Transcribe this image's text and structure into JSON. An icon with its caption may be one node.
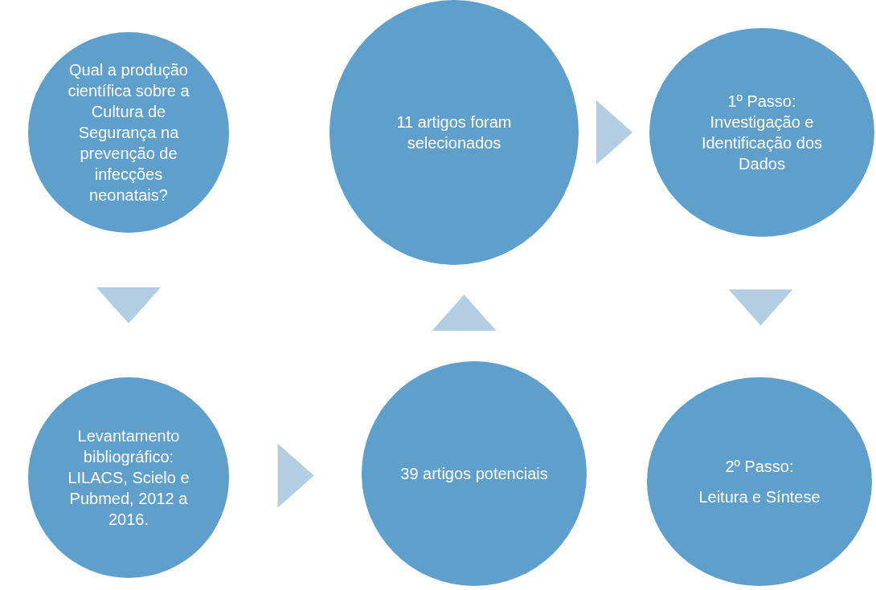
{
  "diagram": {
    "nodes": [
      {
        "text": [
          "Qual a produção científica sobre a Cultura de Segurança na prevenção de infecções neonatais?"
        ]
      },
      {
        "text": [
          "Levantamento bibliográfico: LILACS, Scielo e Pubmed, 2012 a 2016."
        ]
      },
      {
        "text": [
          "39 artigos potenciais"
        ]
      },
      {
        "text": [
          "11 artigos foram selecionados"
        ]
      },
      {
        "text": [
          "1º Passo: Investigação e Identificação dos Dados"
        ]
      },
      {
        "text": [
          "2º Passo:",
          "Leitura e Síntese"
        ]
      }
    ],
    "edges": [
      {
        "from": 0,
        "to": 1,
        "arrow": "to"
      },
      {
        "from": 1,
        "to": 2,
        "arrow": "to"
      },
      {
        "from": 2,
        "to": 3,
        "arrow": "to"
      },
      {
        "from": 3,
        "to": 4,
        "arrow": "to"
      },
      {
        "from": 4,
        "to": 5,
        "arrow": "to"
      }
    ]
  }
}
